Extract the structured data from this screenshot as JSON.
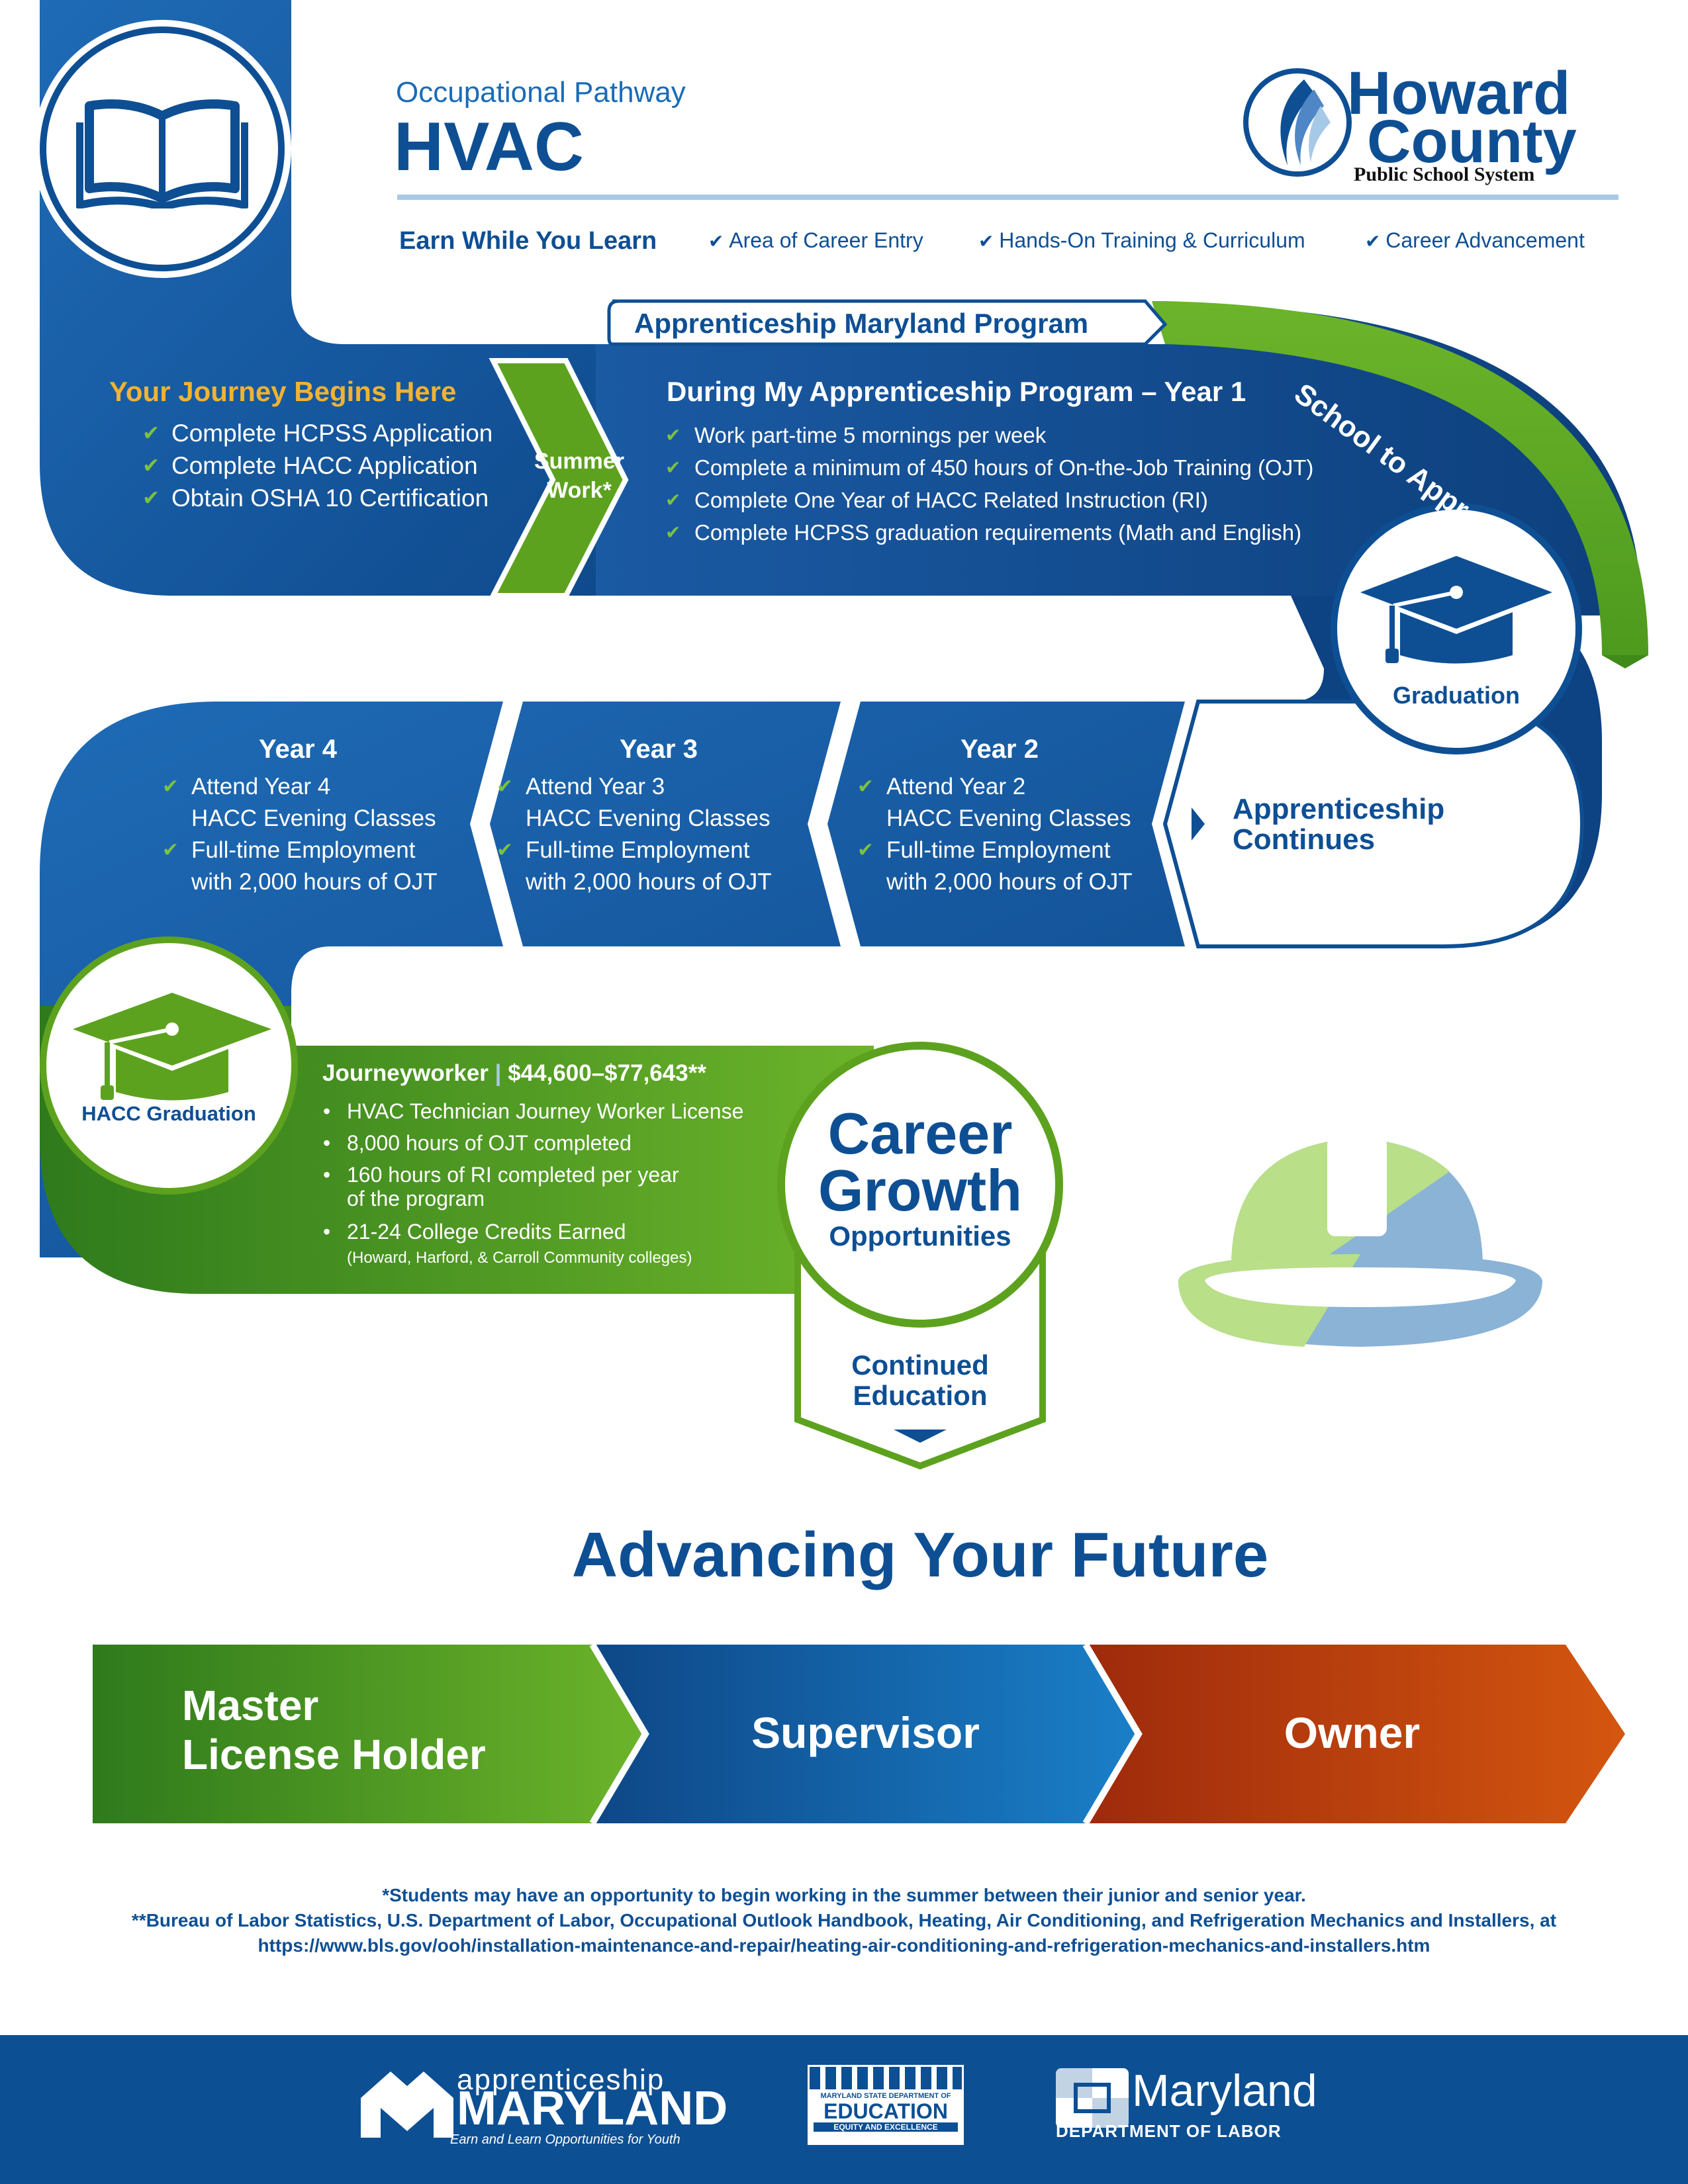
{
  "header": {
    "subtitle": "Occupational Pathway",
    "title": "HVAC",
    "logo_name_1": "Howard",
    "logo_name_2": "County",
    "logo_tagline": "Public School System",
    "tagline": "Earn While You Learn",
    "features": [
      "Area of Career Entry",
      "Hands-On Training & Curriculum",
      "Career Advancement"
    ]
  },
  "program": {
    "banner": "Apprenticeship Maryland Program",
    "ribbon": "School to Apprentice"
  },
  "journey": {
    "heading": "Your Journey Begins Here",
    "items": [
      "Complete HCPSS Application",
      "Complete HACC Application",
      "Obtain OSHA 10 Certification"
    ]
  },
  "summer": {
    "line1": "Summer",
    "line2": "Work*"
  },
  "year1": {
    "heading": "During My Apprenticeship Program – Year 1",
    "items": [
      "Work part-time 5 mornings per week",
      "Complete a minimum of 450 hours of On-the-Job Training (OJT)",
      "Complete One Year of HACC Related Instruction (RI)",
      "Complete HCPSS graduation requirements (Math and English)"
    ]
  },
  "graduation": {
    "label": "Graduation"
  },
  "continues": {
    "line1": "Apprenticeship",
    "line2": "Continues"
  },
  "years": [
    {
      "title": "Year 4",
      "l1": "Attend Year 4",
      "l2": "HACC Evening Classes",
      "l3": "Full-time Employment",
      "l4": "with 2,000 hours of OJT"
    },
    {
      "title": "Year 3",
      "l1": "Attend Year 3",
      "l2": "HACC Evening Classes",
      "l3": "Full-time Employment",
      "l4": "with 2,000 hours of OJT"
    },
    {
      "title": "Year 2",
      "l1": "Attend Year 2",
      "l2": "HACC Evening Classes",
      "l3": "Full-time Employment",
      "l4": "with 2,000 hours of OJT"
    }
  ],
  "hacc_graduation": {
    "label": "HACC Graduation"
  },
  "journeyworker": {
    "title": "Journeyworker",
    "separator": "|",
    "salary": "$44,600–$77,643**",
    "items": [
      "HVAC Technician Journey Worker License",
      "8,000 hours of OJT completed",
      "160 hours of RI completed per year",
      "of the program",
      "21-24 College Credits Earned",
      "(Howard, Harford, & Carroll Community colleges)"
    ]
  },
  "career_growth": {
    "line1": "Career",
    "line2": "Growth",
    "line3": "Opportunities"
  },
  "continued_education": {
    "line1": "Continued",
    "line2": "Education"
  },
  "future": {
    "heading": "Advancing Your Future",
    "steps": [
      {
        "line1": "Master",
        "line2": "License Holder"
      },
      {
        "line1": "Supervisor"
      },
      {
        "line1": "Owner"
      }
    ]
  },
  "footnotes": {
    "note1": "*Students may have an opportunity to begin working in the summer between their junior and senior year.",
    "note2": "**Bureau of Labor Statistics, U.S. Department of Labor, Occupational Outlook Handbook, Heating, Air Conditioning, and Refrigeration Mechanics and Installers, at",
    "note3": "https://www.bls.gov/ooh/installation-maintenance-and-repair/heating-air-conditioning-and-refrigeration-mechanics-and-installers.htm"
  },
  "footer": {
    "apprenticeship_top": "apprenticeship",
    "apprenticeship_main": "MARYLAND",
    "apprenticeship_tag": "Earn and Learn Opportunities for Youth",
    "msde_top": "MARYLAND STATE DEPARTMENT OF",
    "msde_main": "EDUCATION",
    "msde_tag": "EQUITY AND EXCELLENCE",
    "labor_main": "Maryland",
    "labor_sub": "DEPARTMENT OF LABOR"
  },
  "colors": {
    "navy": "#0e4f94",
    "blue": "#1b5fa8",
    "green": "#5da21f",
    "light_green": "#7bc142",
    "gold": "#f2b233",
    "orange": "#c0410e"
  },
  "icons": [
    "book-icon",
    "graduation-cap-icon",
    "hard-hat-icon",
    "check-icon"
  ]
}
